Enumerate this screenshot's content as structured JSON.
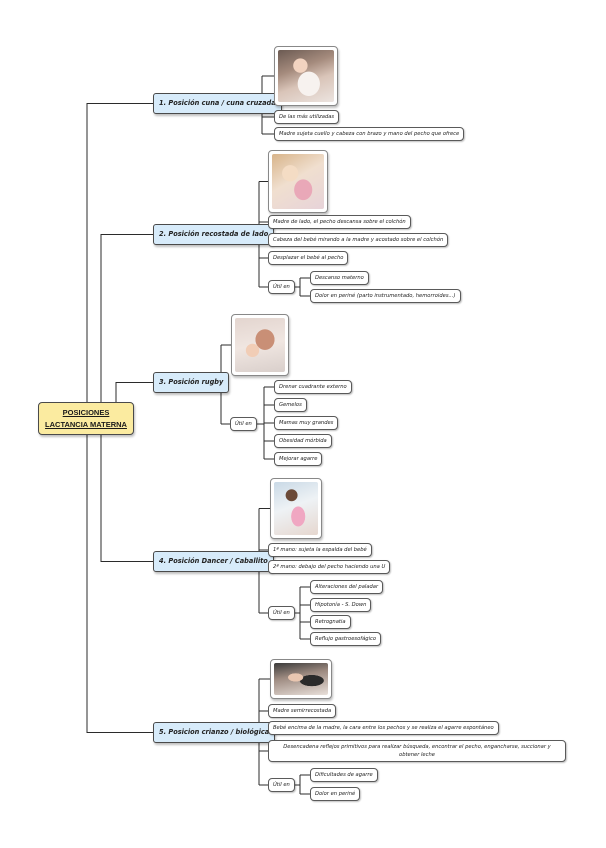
{
  "root": {
    "label": "POSICIONES LACTANCIA MATERNA"
  },
  "branches": [
    {
      "label": "1. Posición cuna / cuna cruzada",
      "image": "breastfeeding-cradle-photo",
      "items": [
        "De las más utilizadas",
        "Madre sujeta cuello y cabeza con brazo y mano del pecho que ofrece"
      ]
    },
    {
      "label": "2. Posición recostada de lado",
      "image": "breastfeeding-side-lying-photo",
      "items": [
        "Madre de lado, el pecho descansa sobre el colchón",
        "Cabeza del bebé mirando a la madre y acostado sobre el colchón",
        "Desplazar el bebé al pecho"
      ],
      "useful": {
        "label": "Útil en",
        "items": [
          "Descanso materno",
          "Dolor en periné (parto instrumentado, hemorroides...)"
        ]
      }
    },
    {
      "label": "3. Posición rugby",
      "image": "breastfeeding-rugby-photo",
      "useful": {
        "label": "Útil en",
        "items": [
          "Drenar cuadrante externo",
          "Gemelos",
          "Mamas muy grandes",
          "Obesidad mórbida",
          "Mejorar agarre"
        ]
      }
    },
    {
      "label": "4. Posición Dancer / Caballito",
      "image": "breastfeeding-dancer-photo",
      "items": [
        "1ª mano: sujeta la espalda del bebé",
        "2ª mano: debajo del pecho haciendo una U"
      ],
      "useful": {
        "label": "Útil en",
        "items": [
          "Alteraciones del paladar",
          "Hipotonía - S. Down",
          "Retrognatia",
          "Reflujo gastroesofágico"
        ]
      }
    },
    {
      "label": "5. Posicion crianzo / biológica",
      "image": "breastfeeding-laid-back-photo",
      "items": [
        "Madre semirrecostada",
        "Bebé encima de la madre, la cara entre los pechos y se realiza el agarre espontáneo",
        "Desencadena reflejos primitivos para realizar búsqueda, encontrar el pecho, engancharse, succionar y obtener leche"
      ],
      "useful": {
        "label": "Útil en",
        "items": [
          "Dificultades de agarre",
          "Dolor en periné"
        ]
      }
    }
  ],
  "colors": {
    "root_fill": "#fbeba0",
    "branch_fill": "#d7ebfa",
    "line": "#2b2b2b"
  }
}
